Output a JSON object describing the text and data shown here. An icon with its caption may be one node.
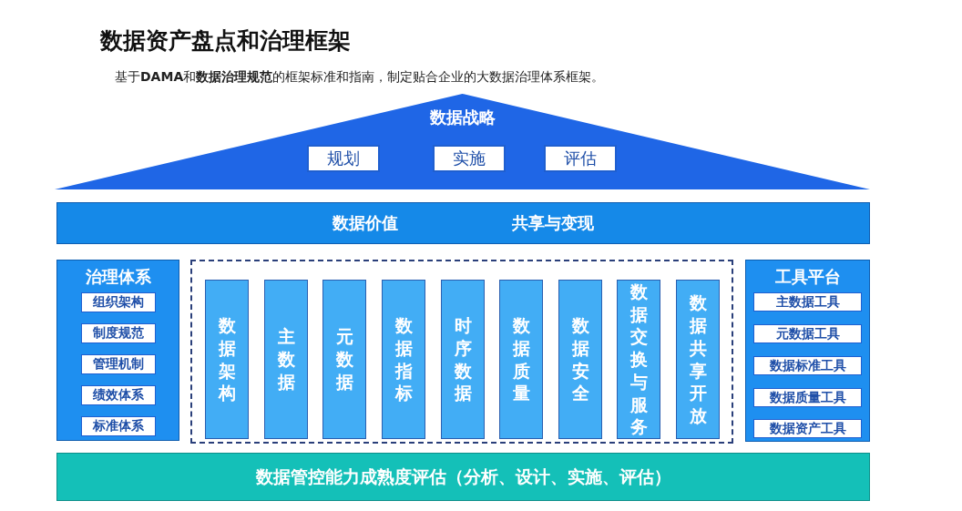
{
  "diagram": {
    "title": "数据资产盘点和治理框架",
    "nodes": [
      {
        "text": [
          "数据战略"
        ]
      },
      {
        "text": [
          "规划"
        ],
        "in": 0
      },
      {
        "text": [
          "实施"
        ],
        "in": 0
      },
      {
        "text": [
          "评估"
        ],
        "in": 0
      },
      {
        "text": [
          "数据价值",
          "共享与变现"
        ]
      },
      {
        "text": [
          "治理体系"
        ]
      },
      {
        "text": [
          "组织架构"
        ],
        "in": 5
      },
      {
        "text": [
          "制度规范"
        ],
        "in": 5
      },
      {
        "text": [
          "管理机制"
        ],
        "in": 5
      },
      {
        "text": [
          "绩效体系"
        ],
        "in": 5
      },
      {
        "text": [
          "标准体系"
        ],
        "in": 5
      },
      {
        "text": [],
        "shape": "box"
      },
      {
        "text": [
          "数据架构"
        ],
        "in": 11
      },
      {
        "text": [
          "主数据"
        ],
        "in": 11
      },
      {
        "text": [
          "元数据"
        ],
        "in": 11
      },
      {
        "text": [
          "数据指标"
        ],
        "in": 11
      },
      {
        "text": [
          "时序数据"
        ],
        "in": 11
      },
      {
        "text": [
          "数据质量"
        ],
        "in": 11
      },
      {
        "text": [
          "数据安全"
        ],
        "in": 11
      },
      {
        "text": [
          "数据交换与服务"
        ],
        "in": 11
      },
      {
        "text": [
          "数据共享开放"
        ],
        "in": 11
      },
      {
        "text": [
          "工具平台"
        ]
      },
      {
        "text": [
          "主数据工具"
        ],
        "in": 21
      },
      {
        "text": [
          "元数据工具"
        ],
        "in": 21
      },
      {
        "text": [
          "数据标准工具"
        ],
        "in": 21
      },
      {
        "text": [
          "数据质量工具"
        ],
        "in": 21
      },
      {
        "text": [
          "数据资产工具"
        ],
        "in": 21
      },
      {
        "text": [
          "数据管控能力成熟度评估（分析、设计、实施、评估）"
        ]
      }
    ],
    "edges": [],
    "labels": [
      "基于**DAMA**和**数据治理规范**的框架标准和指南，制定贴合企业的大数据治理体系框架。"
    ]
  }
}
